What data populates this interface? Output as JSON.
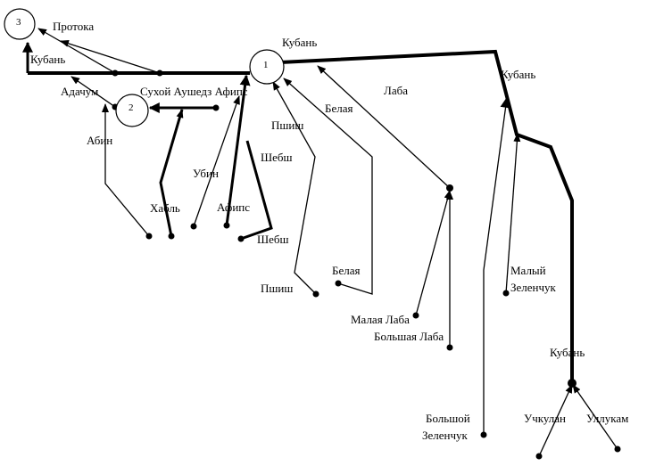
{
  "nodes": {
    "n1": "1",
    "n2": "2",
    "n3": "3"
  },
  "labels": {
    "protoka": "Протока",
    "kuban_n3": "Кубань",
    "kuban_top": "Кубань",
    "kuban_right": "Кубань",
    "kuban_lower": "Кубань",
    "adachum": "Адачум",
    "sukhoy_aushedz_afips": "Сухой Аушедз Афипс",
    "abin": "Абин",
    "khabl": "Хабль",
    "ubin": "Убин",
    "afips": "Афипс",
    "shebsh_upper": "Шебш",
    "shebsh_lower": "Шебш",
    "pshish_upper": "Пшиш",
    "pshish_lower": "Пшиш",
    "belaya_upper": "Белая",
    "belaya_lower": "Белая",
    "laba": "Лаба",
    "malaya_laba": "Малая Лаба",
    "bolshaya_laba": "Большая Лаба",
    "bolshoy_zelenchuk_1": "Большой",
    "bolshoy_zelenchuk_2": "Зеленчук",
    "maly_zelenchuk_1": "Малый",
    "maly_zelenchuk_2": "Зеленчук",
    "uchkulan": "Учкулан",
    "ullukam": "Уллукам"
  }
}
